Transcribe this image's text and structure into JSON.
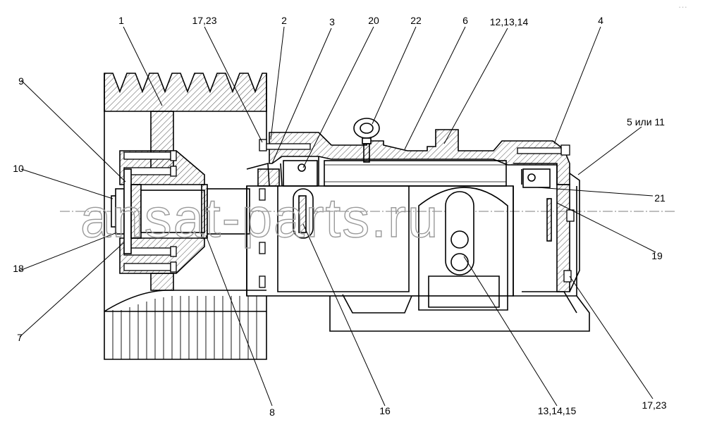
{
  "watermark": "ansat-parts.ru",
  "corner_mark": "···",
  "labels": {
    "l1": "1",
    "l17_23_top": "17,23",
    "l2": "2",
    "l3": "3",
    "l20": "20",
    "l22": "22",
    "l6": "6",
    "l12_13_14": "12,13,14",
    "l4": "4",
    "l5_or_11": "5 или 11",
    "l21": "21",
    "l19": "19",
    "l9": "9",
    "l10": "10",
    "l18": "18",
    "l7": "7",
    "l8": "8",
    "l16": "16",
    "l13_14_15": "13,14,15",
    "l17_23_bottom": "17,23"
  }
}
